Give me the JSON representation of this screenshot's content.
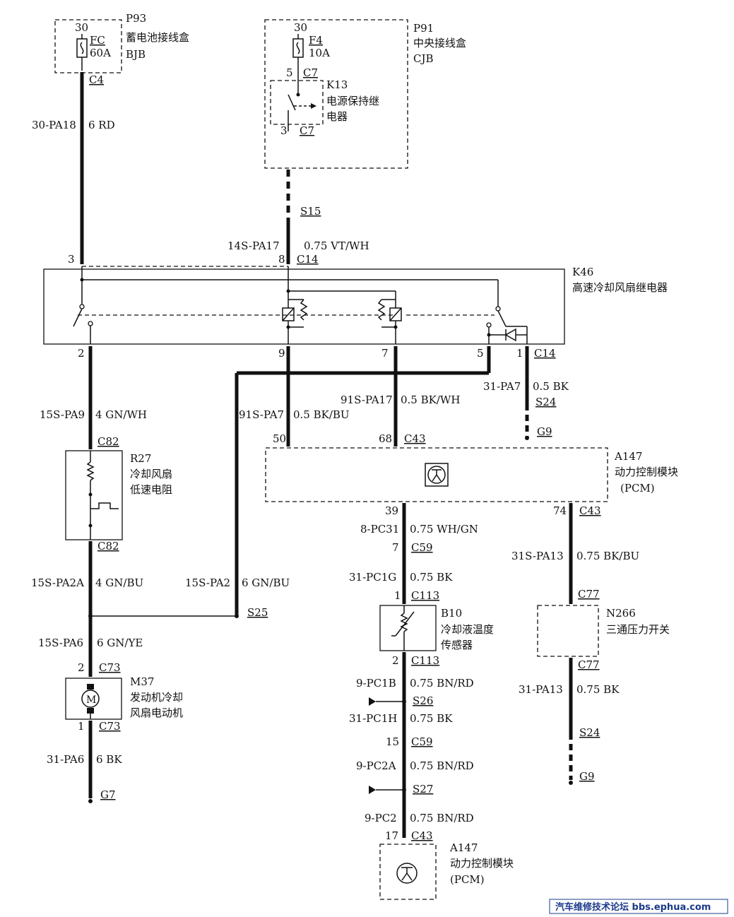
{
  "components": {
    "p93": {
      "id": "P93",
      "name": "蓄电池接线盒",
      "code": "BJB",
      "pin": "30",
      "fuse": "FC",
      "rating": "60A",
      "connector": "C4"
    },
    "p91": {
      "id": "P91",
      "name": "中央接线盒",
      "code": "CJB",
      "pin": "30",
      "fuse": "F4",
      "rating": "10A",
      "relay_id": "K13",
      "relay_name_1": "电源保持继",
      "relay_name_2": "电器",
      "pin_top": "5",
      "pin_top_conn": "C7",
      "pin_bot": "3",
      "pin_bot_conn": "C7"
    },
    "k46": {
      "id": "K46",
      "name": "高速冷却风扇继电器",
      "pin3": "3",
      "pin8": "8",
      "conn_top": "C14",
      "pin2": "2",
      "pin9": "9",
      "pin7": "7",
      "pin5": "5",
      "pin1": "1",
      "conn_bot": "C14"
    },
    "r27": {
      "id": "R27",
      "name_1": "冷却风扇",
      "name_2": "低速电阻",
      "conn_top": "C82",
      "conn_bot": "C82"
    },
    "m37": {
      "id": "M37",
      "name_1": "发动机冷却",
      "name_2": "风扇电动机",
      "pin_top": "2",
      "pin_bot": "1",
      "conn": "C73",
      "symbol": "M"
    },
    "a147": {
      "id": "A147",
      "name": "动力控制模块",
      "code": "(PCM)",
      "pin50": "50",
      "pin68": "68",
      "conn": "C43",
      "pin39": "39",
      "pin74": "74",
      "conn_bot": "C43"
    },
    "b10": {
      "id": "B10",
      "name_1": "冷却液温度",
      "name_2": "传感器",
      "pin_top": "1",
      "pin_bot": "2",
      "conn": "C113"
    },
    "n266": {
      "id": "N266",
      "name": "三通压力开关",
      "conn": "C77"
    },
    "a147b": {
      "id": "A147",
      "name": "动力控制模块",
      "code": "(PCM)",
      "pin": "17",
      "conn": "C43"
    }
  },
  "wires": {
    "w1": {
      "id": "30-PA18",
      "spec": "6 RD"
    },
    "w2": {
      "id": "14S-PA17",
      "spec": "0.75 VT/WH"
    },
    "w3": {
      "id": "15S-PA9",
      "spec": "4 GN/WH"
    },
    "w4": {
      "id": "91S-PA7",
      "spec": "0.5 BK/BU"
    },
    "w5": {
      "id": "91S-PA17",
      "spec": "0.5 BK/WH"
    },
    "w6": {
      "id": "31-PA7",
      "spec": "0.5 BK"
    },
    "w7": {
      "id": "15S-PA2A",
      "spec": "4 GN/BU"
    },
    "w8": {
      "id": "15S-PA2",
      "spec": "6 GN/BU"
    },
    "w9": {
      "id": "15S-PA6",
      "spec": "6 GN/YE"
    },
    "w10": {
      "id": "31-PA6",
      "spec": "6 BK"
    },
    "w11": {
      "id": "8-PC31",
      "spec": "0.75 WH/GN"
    },
    "w12": {
      "id": "31-PC1G",
      "spec": "0.75 BK"
    },
    "w13": {
      "id": "9-PC1B",
      "spec": "0.75 BN/RD"
    },
    "w14": {
      "id": "31-PC1H",
      "spec": "0.75 BK"
    },
    "w15": {
      "id": "9-PC2A",
      "spec": "0.75 BN/RD"
    },
    "w16": {
      "id": "9-PC2",
      "spec": "0.75 BN/RD"
    },
    "w17": {
      "id": "31S-PA13",
      "spec": "0.75 BK/BU"
    },
    "w18": {
      "id": "31-PA13",
      "spec": "0.75 BK"
    }
  },
  "splices": {
    "s15": "S15",
    "s24": "S24",
    "s24b": "S24",
    "s25": "S25",
    "s26": "S26",
    "s27": "S27"
  },
  "grounds": {
    "g9": "G9",
    "g9b": "G9",
    "g7": "G7"
  },
  "connectors": {
    "c59_top_pin": "7",
    "c59_top": "C59",
    "c59_bot_pin": "15",
    "c59_bot": "C59",
    "c77_bot": "C77"
  },
  "watermark": "汽车维修技术论坛 bbs.ephua.com"
}
